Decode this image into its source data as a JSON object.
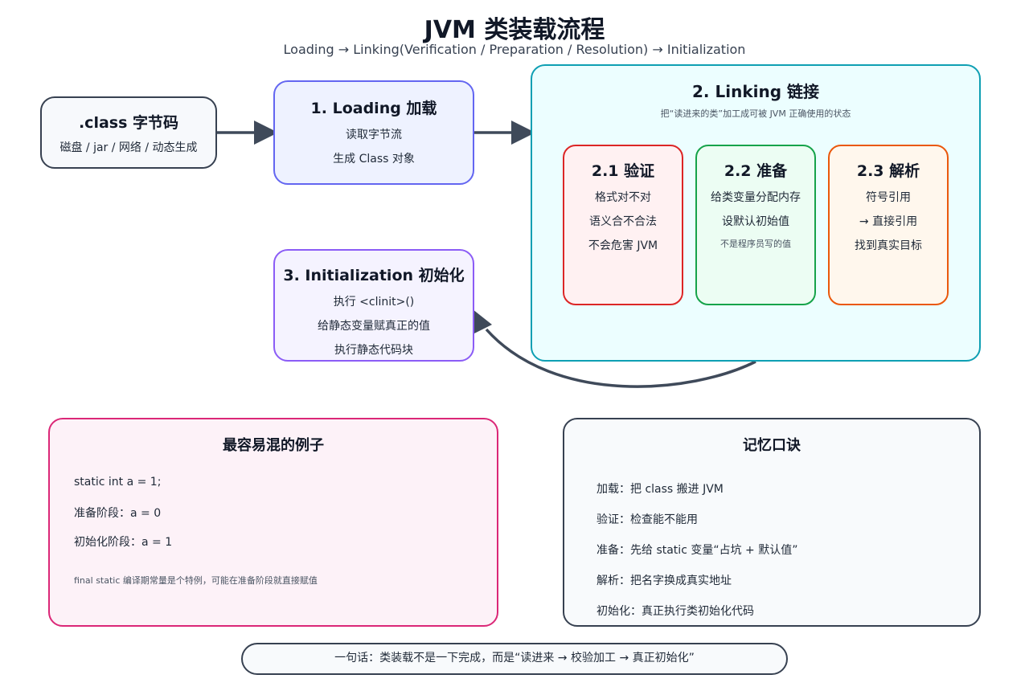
{
  "title": "JVM 类装载流程",
  "subtitle": "Loading → Linking(Verification / Preparation / Resolution) → Initialization",
  "source": {
    "heading": ".class 字节码",
    "line1": "磁盘 / jar / 网络 / 动态生成"
  },
  "loading": {
    "heading": "1. Loading 加载",
    "line1": "读取字节流",
    "line2": "生成 Class 对象"
  },
  "linking": {
    "heading": "2. Linking 链接",
    "note": "把“读进来的类”加工成可被 JVM 正确使用的状态",
    "verify": {
      "heading": "2.1 验证",
      "line1": "格式对不对",
      "line2": "语义合不合法",
      "line3": "不会危害 JVM"
    },
    "prepare": {
      "heading": "2.2 准备",
      "line1": "给类变量分配内存",
      "line2": "设默认初始值",
      "note": "不是程序员写的值"
    },
    "resolve": {
      "heading": "2.3 解析",
      "line1": "符号引用",
      "line2": "→ 直接引用",
      "line3": "找到真实目标"
    }
  },
  "initialization": {
    "heading": "3. Initialization 初始化",
    "line1": "执行 <clinit>()",
    "line2": "给静态变量赋真正的值",
    "line3": "执行静态代码块"
  },
  "example": {
    "heading": "最容易混的例子",
    "line1": "static int a = 1;",
    "line2": "准备阶段：a = 0",
    "line3": "初始化阶段：a = 1",
    "note": "final static 编译期常量是个特例，可能在准备阶段就直接赋值"
  },
  "mnemonic": {
    "heading": "记忆口诀",
    "items": [
      "加载：把 class 搬进 JVM",
      "验证：检查能不能用",
      "准备：先给 static 变量“占坑 + 默认值”",
      "解析：把名字换成真实地址",
      "初始化：真正执行类初始化代码"
    ]
  },
  "summary": "一句话：类装载不是一下完成，而是“读进来 → 校验加工 → 真正初始化”",
  "colors": {
    "loading": "#6366f1",
    "linking": "#0e9fb3",
    "verify": "#dc2626",
    "prepare": "#16a34a",
    "resolve": "#ea580c",
    "init": "#8b5cf6",
    "example": "#db2777",
    "arrow": "#3f4a5a"
  }
}
